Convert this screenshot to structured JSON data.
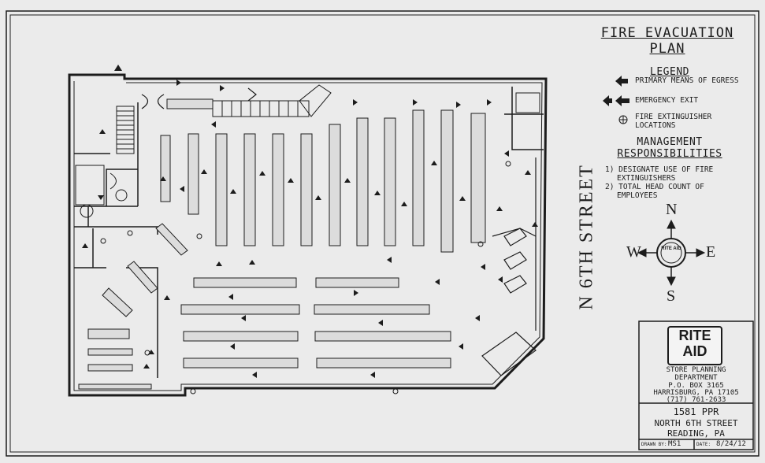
{
  "title": {
    "line1": "FIRE EVACUATION",
    "line2": "PLAN"
  },
  "legend": {
    "heading": "LEGEND",
    "items": [
      {
        "icon": "primary-egress-arrow-icon",
        "label": "PRIMARY MEANS OF EGRESS"
      },
      {
        "icon": "emergency-exit-arrow-icon",
        "label": "EMERGENCY EXIT"
      },
      {
        "icon": "fire-extinguisher-icon",
        "label_line1": "FIRE EXTINGUISHER",
        "label_line2": "LOCATIONS"
      }
    ]
  },
  "management": {
    "heading_line1": "MANAGEMENT",
    "heading_line2": "RESPONSIBILITIES",
    "items": [
      {
        "line1": "1) DESIGNATE USE OF FIRE",
        "line2": "EXTINGUISHERS"
      },
      {
        "line1": "2) TOTAL HEAD COUNT OF",
        "line2": "EMPLOYEES"
      }
    ]
  },
  "street_label": "N 6TH STREET",
  "compass": {
    "n": "N",
    "e": "E",
    "s": "S",
    "w": "W",
    "center": "RITE AID"
  },
  "title_block": {
    "logo_line1": "RITE",
    "logo_line2": "AID",
    "dept_line1": "STORE PLANNING",
    "dept_line2": "DEPARTMENT",
    "po_box": "P.O. BOX 3165",
    "city": "HARRISBURG, PA 17105",
    "phone": "(717) 761-2633",
    "store_number": "1581 PPR",
    "address": "NORTH 6TH STREET",
    "city_state": "READING, PA",
    "drawn_by_label": "DRAWN BY:",
    "drawn_by": "MS1",
    "date_label": "DATE:",
    "date": "8/24/12"
  },
  "colors": {
    "paper": "#ebebeb",
    "ink": "#1c1c1c",
    "fixture": "#dcdcdc"
  }
}
